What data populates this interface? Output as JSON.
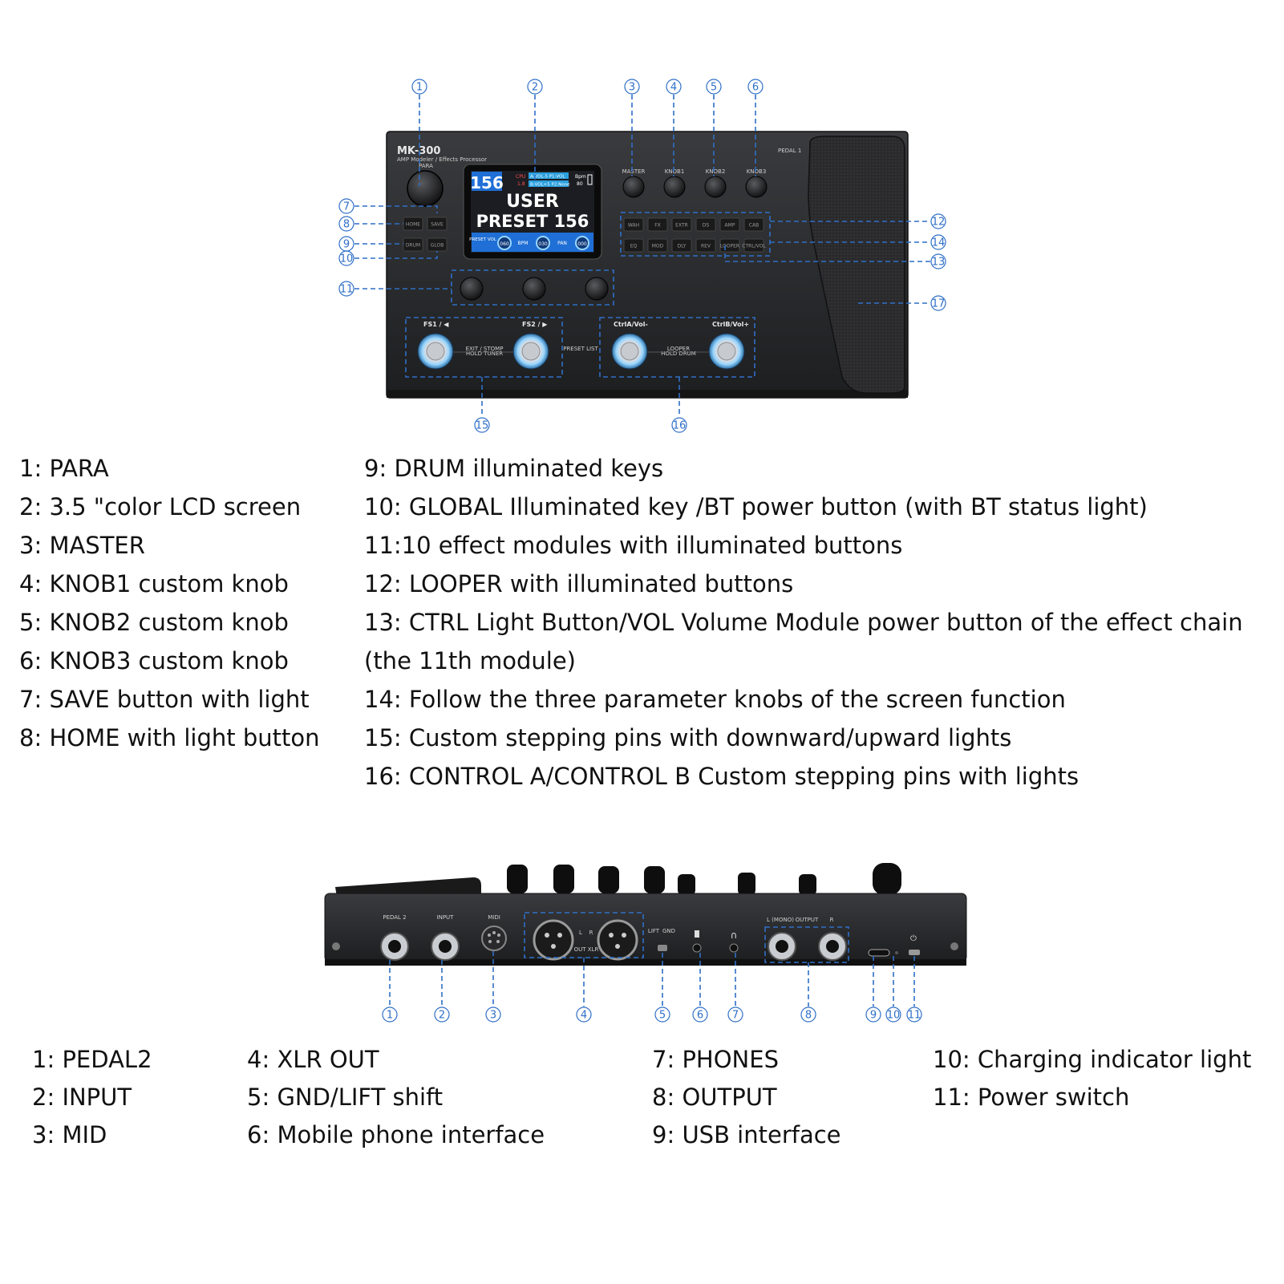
{
  "device": {
    "model": "MK-300",
    "subtitle": "AMP Modeler / Effects Processor",
    "para": "PARA",
    "pedal1": "PEDAL 1",
    "knob_labels": [
      "MASTER",
      "KNOB1",
      "KNOB2",
      "KNOB3"
    ],
    "effect_buttons_row1": [
      "WAH",
      "FX",
      "EXTR",
      "DS",
      "AMP",
      "CAB"
    ],
    "effect_buttons_row2": [
      "EQ",
      "MOD",
      "DLY",
      "REV",
      "LOOPER",
      "CTRL/VOL"
    ],
    "left_buttons": [
      "HOME",
      "SAVE",
      "DRUM",
      "GLOB"
    ],
    "footswitches": [
      "FS1 / ◀",
      "FS2 / ▶",
      "CtrlA/Vol-",
      "CtrlB/Vol+"
    ],
    "fs_left_label": [
      "EXIT / STOMP",
      "HOLD TUNER"
    ],
    "preset_list": "PRESET LIST",
    "looper_label": [
      "LOOPER",
      "HOLD DRUM"
    ]
  },
  "lcd": {
    "preset_number": "156",
    "cpu_label": "CPU",
    "cpu_value": "1.8",
    "row1": "A:VOL-5  P1:VOL",
    "row2": "B:VOL+5  P2:None",
    "bpm_small": "Bpm",
    "bpm_small_value": "80",
    "line1": "USER",
    "line2": "PRESET 156",
    "params": [
      {
        "label": "PRESET VOL",
        "value": "060"
      },
      {
        "label": "BPM",
        "value": "030"
      },
      {
        "label": "PAN",
        "value": "000"
      }
    ]
  },
  "back_panel": {
    "labels": [
      "PEDAL 2",
      "INPUT",
      "MIDI",
      "L",
      "R",
      "OUT XLR",
      "LIFT",
      "GND",
      "L (MONO)",
      "OUTPUT",
      "R"
    ]
  },
  "top_callouts": [
    "1",
    "2",
    "3",
    "4",
    "5",
    "6",
    "7",
    "8",
    "9",
    "10",
    "11",
    "12",
    "13",
    "14",
    "15",
    "16",
    "17"
  ],
  "bottom_callouts": [
    "1",
    "2",
    "3",
    "4",
    "5",
    "6",
    "7",
    "8",
    "9",
    "10",
    "11"
  ],
  "legend_top_left": [
    "1: PARA",
    "2: 3.5 \"color LCD screen",
    "3: MASTER",
    "4: KNOB1 custom knob",
    "5: KNOB2 custom knob",
    "6: KNOB3 custom knob",
    "7: SAVE button with light",
    "8: HOME with light button"
  ],
  "legend_top_right": [
    "9: DRUM illuminated keys",
    "10: GLOBAL Illuminated key /BT power button (with BT status light)",
    "11:10 effect modules with illuminated buttons",
    "12: LOOPER with illuminated buttons",
    "13: CTRL Light Button/VOL Volume Module power button of the effect chain",
    " (the 11th module)",
    "14: Follow the three parameter knobs of the screen function",
    "15: Custom stepping pins with downward/upward lights",
    "16: CONTROL A/CONTROL B Custom stepping pins with lights"
  ],
  "legend_bottom_col1": [
    "1: PEDAL2",
    "2: INPUT",
    "3: MID"
  ],
  "legend_bottom_col2": [
    "4: XLR OUT",
    "5: GND/LIFT shift",
    "6: Mobile phone interface"
  ],
  "legend_bottom_col3": [
    "7: PHONES",
    "8: OUTPUT",
    "9: USB interface"
  ],
  "legend_bottom_col4": [
    "10: Charging indicator light",
    "11: Power switch"
  ],
  "colors": {
    "callout_blue": "#2f6fc7",
    "panel_dark": "#26272a",
    "lcd_blue": "#1f6fd6",
    "footswitch_glow": "#6fc3ff"
  }
}
